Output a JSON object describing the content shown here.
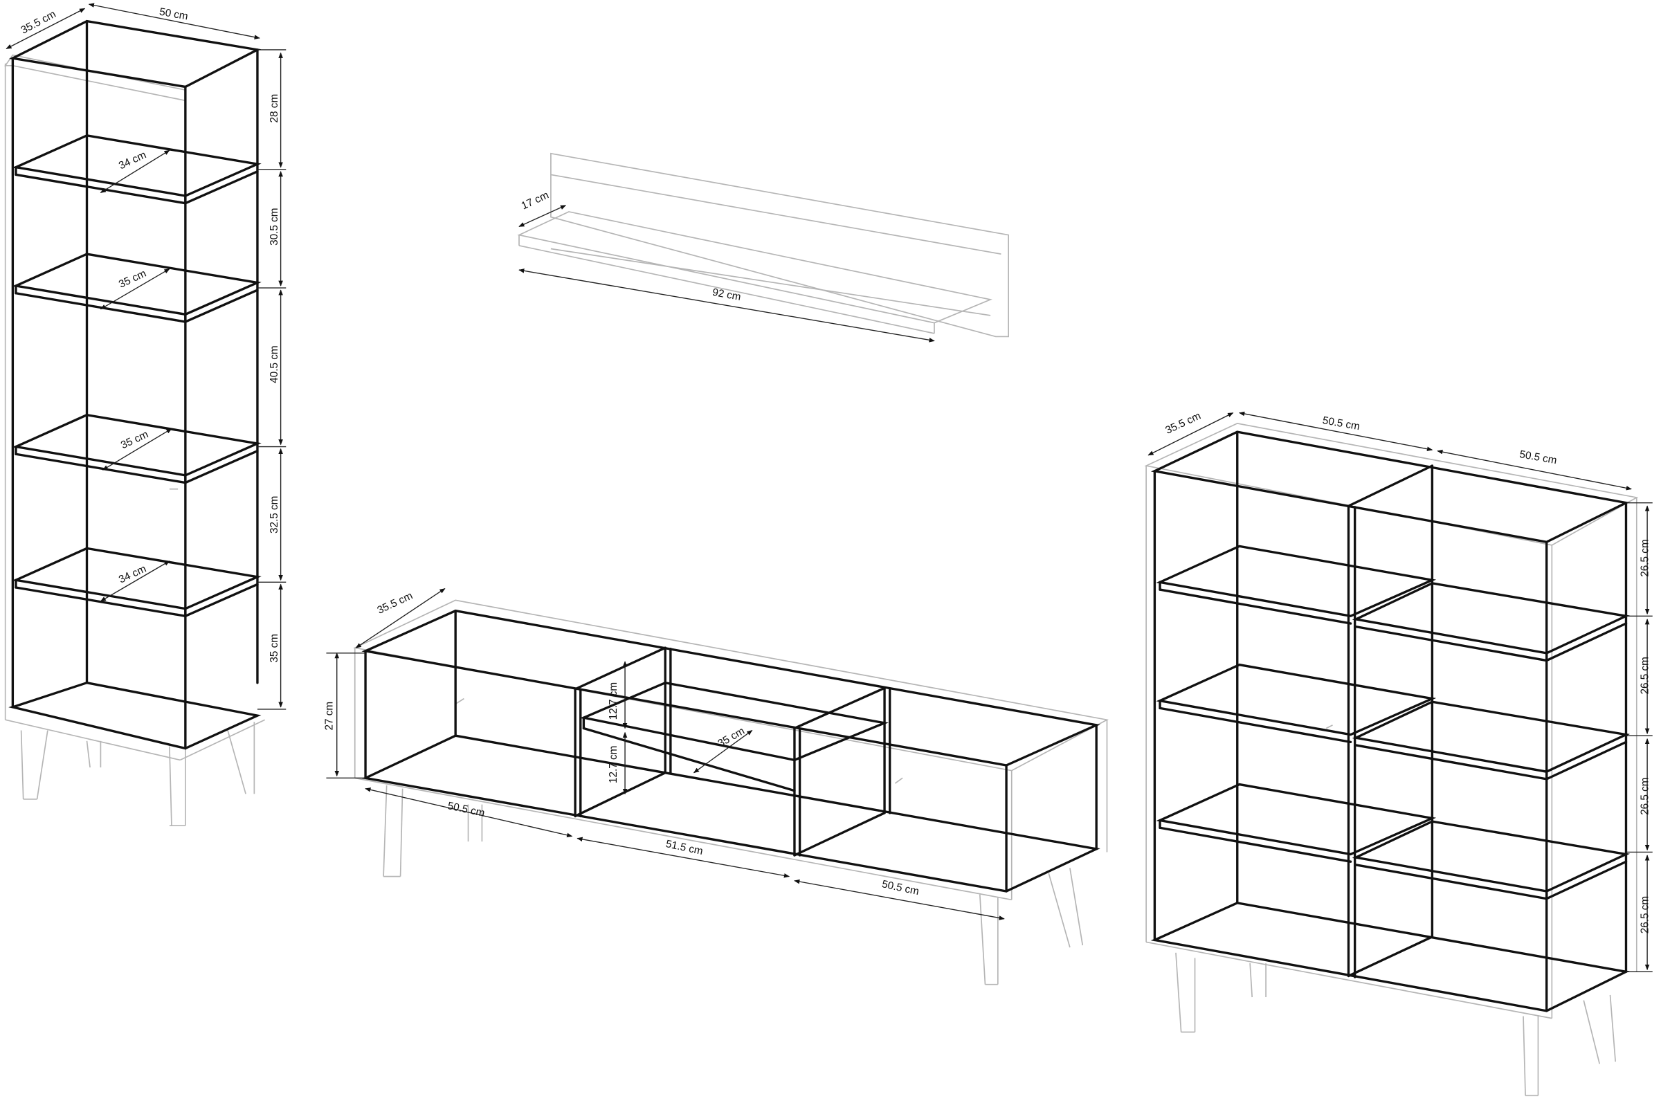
{
  "tall_bookcase": {
    "depth": "35.5 cm",
    "width": "50 cm",
    "heights": [
      "28 cm",
      "30.5 cm",
      "40.5 cm",
      "32.5 cm",
      "35 cm"
    ],
    "shelf_depths": [
      "34 cm",
      "35 cm",
      "35 cm",
      "34 cm"
    ]
  },
  "wall_shelf": {
    "depth": "17 cm",
    "width": "92 cm"
  },
  "tv_unit": {
    "depth": "35.5 cm",
    "height": "27 cm",
    "compartment_heights": [
      "12.7 cm",
      "12.7 cm"
    ],
    "shelf_depth": "35 cm",
    "widths": [
      "50.5 cm",
      "51.5 cm",
      "50.5 cm"
    ]
  },
  "cabinet": {
    "depth": "35.5 cm",
    "widths": [
      "50.5 cm",
      "50.5 cm"
    ],
    "heights": [
      "26.5 cm",
      "26.5 cm",
      "26.5 cm",
      "26.5 cm"
    ]
  },
  "colors": {
    "line": "#111111",
    "ghost": "#b5b5b5",
    "background": "#ffffff"
  }
}
